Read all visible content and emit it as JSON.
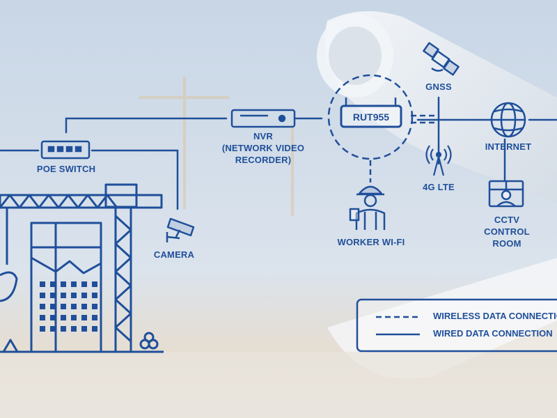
{
  "nodes": {
    "poe_switch": "POE SWITCH",
    "nvr": [
      "NVR",
      "(NETWORK VIDEO",
      "RECORDER)"
    ],
    "router": "RUT955",
    "gnss": "GNSS",
    "lte": "4G LTE",
    "internet": "INTERNET",
    "cctv": [
      "CCTV",
      "CONTROL",
      "ROOM"
    ],
    "camera": "CAMERA",
    "worker": "WORKER WI-FI"
  },
  "legend": {
    "wireless": "WIRELESS DATA CONNECTION",
    "wired": "WIRED DATA CONNECTION"
  },
  "colors": {
    "line": "#1f4f9a",
    "sky_top": "#c9d7e6",
    "sky_bottom": "#dfe6ec",
    "ground": "#ead9c6"
  }
}
